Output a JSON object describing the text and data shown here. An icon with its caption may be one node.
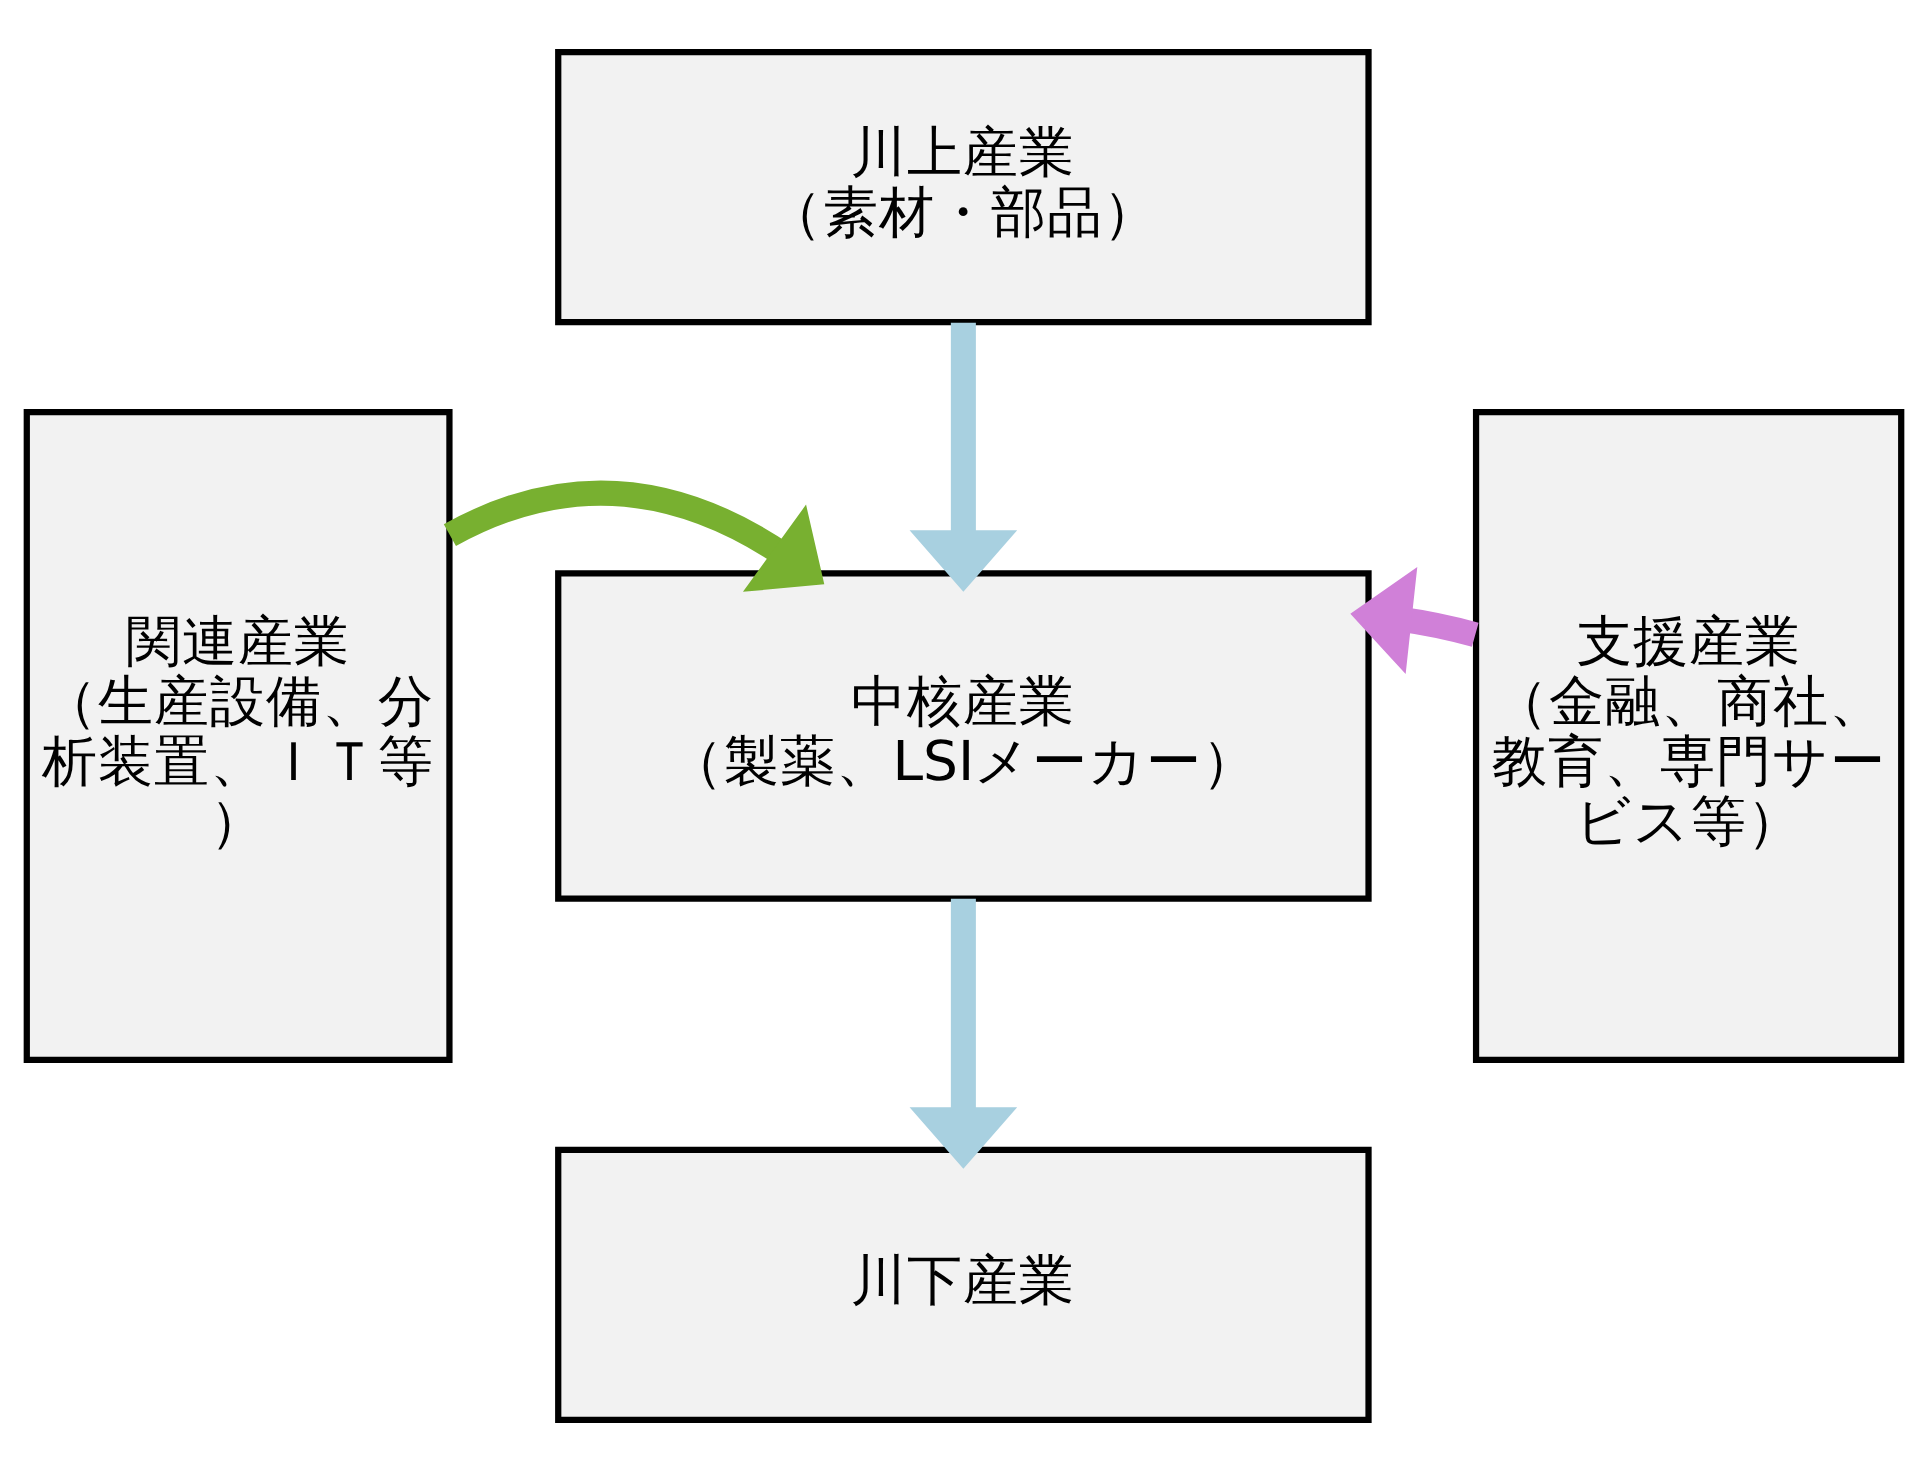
{
  "diagram": {
    "nodes": [
      {
        "text": [
          "関連産業",
          "（生産設備、分析装置、ＩＴ等）"
        ]
      },
      {
        "text": [
          "川上産業",
          "（素材・部品）"
        ]
      },
      {
        "text": [
          "中核産業",
          "（製薬、LSIメーカー）"
        ]
      },
      {
        "text": [
          "川下産業"
        ]
      },
      {
        "text": [
          "支援産業",
          "（金融、商社、教育、専門サービス等）"
        ]
      }
    ],
    "edges": [
      {
        "from": 1,
        "to": 2,
        "arrow": "to"
      },
      {
        "from": 2,
        "to": 3,
        "arrow": "to"
      },
      {
        "from": 0,
        "to": 2,
        "arrow": "to",
        "color": "#78b030"
      },
      {
        "from": 4,
        "to": 2,
        "arrow": "to",
        "color": "#d080d8"
      }
    ]
  }
}
